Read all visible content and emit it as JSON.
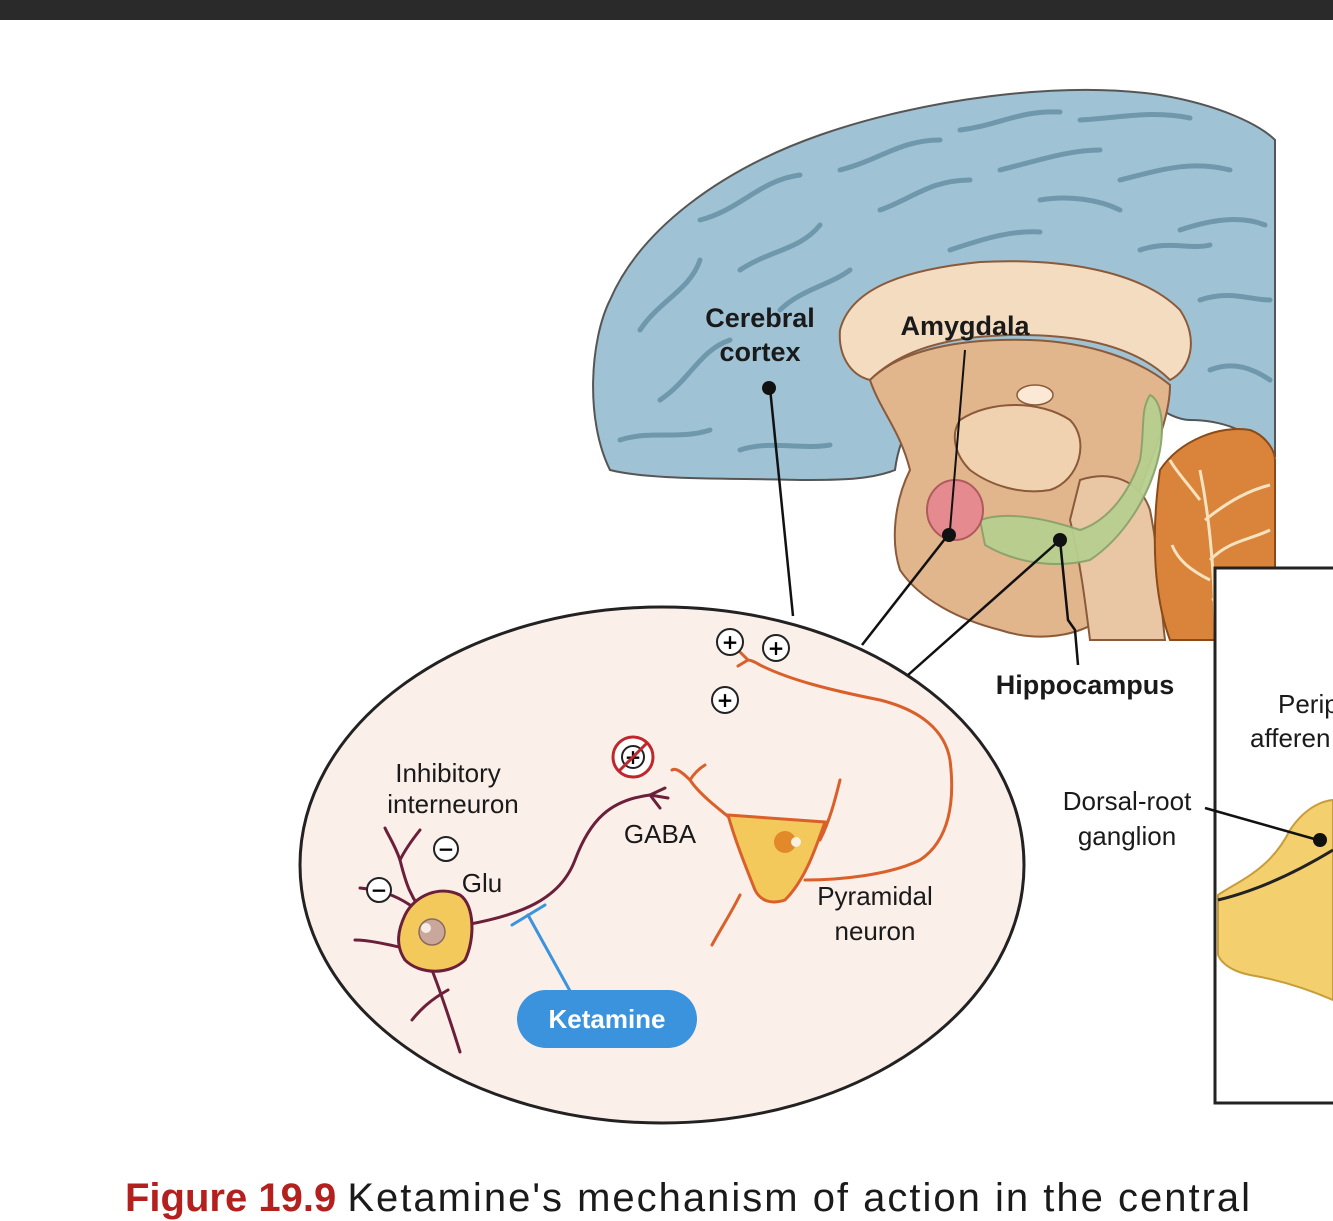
{
  "labels": {
    "cerebral_cortex_line1": "Cerebral",
    "cerebral_cortex_line2": "cortex",
    "amygdala": "Amygdala",
    "hippocampus": "Hippocampus",
    "inhibitory_line1": "Inhibitory",
    "inhibitory_line2": "interneuron",
    "glu": "Glu",
    "gaba": "GABA",
    "pyramidal_line1": "Pyramidal",
    "pyramidal_line2": "neuron",
    "ketamine": "Ketamine",
    "dorsal_root_line1": "Dorsal-root",
    "dorsal_root_line2": "ganglion",
    "peripheral_line1": "Perip",
    "peripheral_line2": "afferen"
  },
  "signs": {
    "plus": "+",
    "minus": "−"
  },
  "caption": {
    "figure_number": "Figure 19.9",
    "text": "Ketamine's mechanism of action in the central"
  },
  "colors": {
    "cortex": "#9fc3d4",
    "cortex_fold": "#7ea8bd",
    "deep_brain": "#e8c4a0",
    "amygdala": "#e58b8f",
    "hippocampus": "#b7cf8f",
    "cerebellum": "#d9843a",
    "inset_bg": "#fbefe9",
    "interneuron": "#6b1f3a",
    "pyramidal": "#d9602a",
    "neuron_body": "#f3c95b",
    "ketamine": "#3a93dc",
    "caption_red": "#b3201e"
  }
}
